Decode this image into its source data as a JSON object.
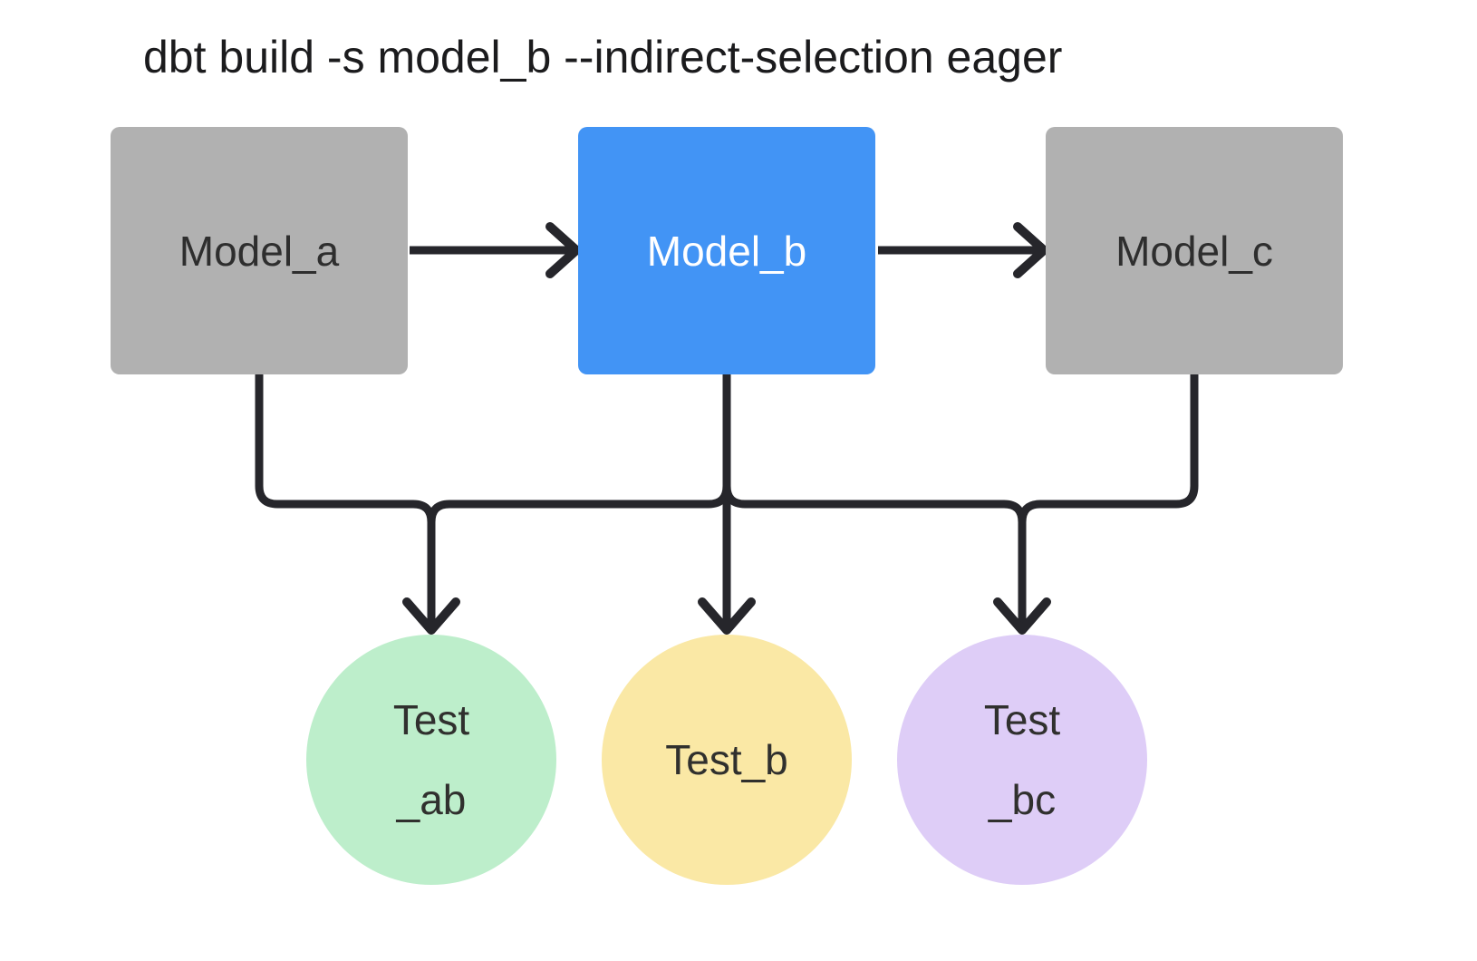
{
  "title": "dbt build -s model_b --indirect-selection eager",
  "colors": {
    "background": "#ffffff",
    "line": "#26262b",
    "title_text": "#1b1b1d",
    "model_default_fill": "#b1b1b1",
    "model_selected_fill": "#4294f5",
    "model_default_text": "#2e2e2e",
    "model_selected_text": "#ffffff",
    "test_ab_fill": "#bdeecb",
    "test_b_fill": "#fae8a5",
    "test_bc_fill": "#decdf7",
    "test_text": "#30302e"
  },
  "nodes": {
    "model_a": {
      "label": "Model_a",
      "type": "model",
      "selected": false,
      "fill": "#b1b1b1",
      "text_color": "#2e2e2e"
    },
    "model_b": {
      "label": "Model_b",
      "type": "model",
      "selected": true,
      "fill": "#4294f5",
      "text_color": "#ffffff"
    },
    "model_c": {
      "label": "Model_c",
      "type": "model",
      "selected": false,
      "fill": "#b1b1b1",
      "text_color": "#2e2e2e"
    },
    "test_ab": {
      "label_lines": [
        "Test",
        "_ab"
      ],
      "type": "test",
      "fill": "#bdeecb"
    },
    "test_b": {
      "label_lines": [
        "Test_b"
      ],
      "type": "test",
      "fill": "#fae8a5"
    },
    "test_bc": {
      "label_lines": [
        "Test",
        "_bc"
      ],
      "type": "test",
      "fill": "#decdf7"
    }
  },
  "edges": [
    {
      "from": "model_a",
      "to": "model_b"
    },
    {
      "from": "model_b",
      "to": "model_c"
    },
    {
      "from": "model_a",
      "to": "test_ab"
    },
    {
      "from": "model_b",
      "to": "test_ab"
    },
    {
      "from": "model_b",
      "to": "test_b"
    },
    {
      "from": "model_b",
      "to": "test_bc"
    },
    {
      "from": "model_c",
      "to": "test_bc"
    }
  ]
}
